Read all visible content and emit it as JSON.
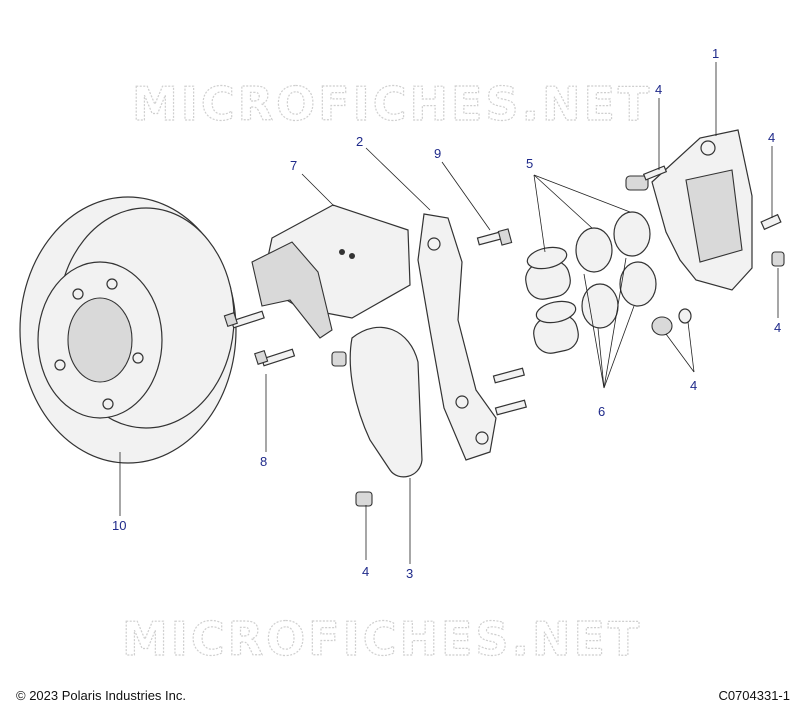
{
  "watermarks": [
    "MICROFICHES.NET",
    "MICROFICHES.NET"
  ],
  "callouts": {
    "c1": "1",
    "c2": "2",
    "c3": "3",
    "c4a": "4",
    "c4b": "4",
    "c4c": "4",
    "c4d": "4",
    "c4e": "4",
    "c5": "5",
    "c6": "6",
    "c7": "7",
    "c8": "8",
    "c9": "9",
    "c10": "10"
  },
  "footer": {
    "copyright": "© 2023 Polaris Industries Inc.",
    "drawing_id": "C0704331-1"
  },
  "colors": {
    "callout": "#1f2a8a",
    "watermark": "#cfcfcf",
    "line": "#333333"
  }
}
